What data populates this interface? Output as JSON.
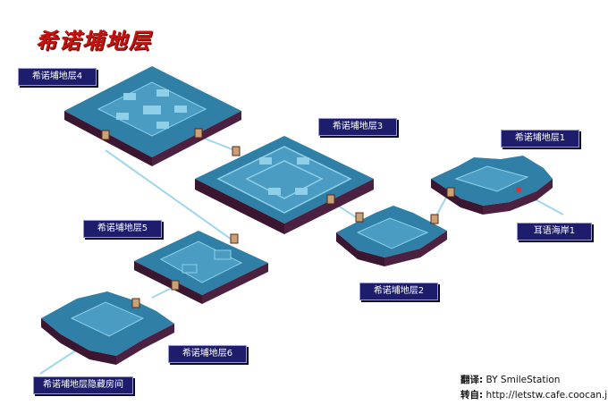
{
  "title": "希诺埔地层",
  "floors": {
    "f1": "希诺埔地层1",
    "f2": "希诺埔地层2",
    "f3": "希诺埔地层3",
    "f4": "希诺埔地层4",
    "f5": "希诺埔地层5",
    "f6": "希诺埔地层6",
    "hidden": "希诺埔地层隐藏房间",
    "coast": "耳语海岸1"
  },
  "credits": {
    "translate_label": "翻译:",
    "translate_value": "BY SmileStation",
    "repost_label": "转自:",
    "repost_value": "http://letstw.cafe.coocan.jp/"
  },
  "colors": {
    "tile_top": "#2f7fa6",
    "tile_side": "#3a1630",
    "room": "#4a9cc2",
    "wall": "#8fd0e8",
    "link_line": "#9fd6ee",
    "label_bg": "#1d1d6b",
    "title": "#c8120c"
  }
}
